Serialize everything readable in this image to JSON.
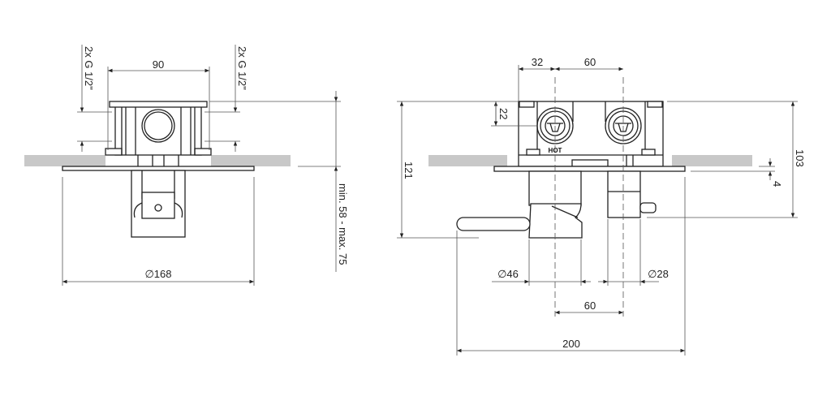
{
  "front_view": {
    "dim_width": "90",
    "thread_left": "2x G 1/2\"",
    "thread_right": "2x G 1/2\"",
    "dim_depth": "min. 58 - max. 75",
    "dim_plate_diameter": "∅168"
  },
  "side_view": {
    "dim_offset": "32",
    "dim_spacing_top": "60",
    "dim_inlet_height": "22",
    "dim_total_height": "121",
    "dim_box_height": "103",
    "dim_plate_thickness": "4",
    "dim_handle_diameter": "∅46",
    "dim_knob_diameter": "∅28",
    "dim_spacing_bottom": "60",
    "dim_total_length": "200",
    "label_hot": "HOT"
  },
  "colors": {
    "wall": "#c8c8c8",
    "line": "#222222"
  }
}
